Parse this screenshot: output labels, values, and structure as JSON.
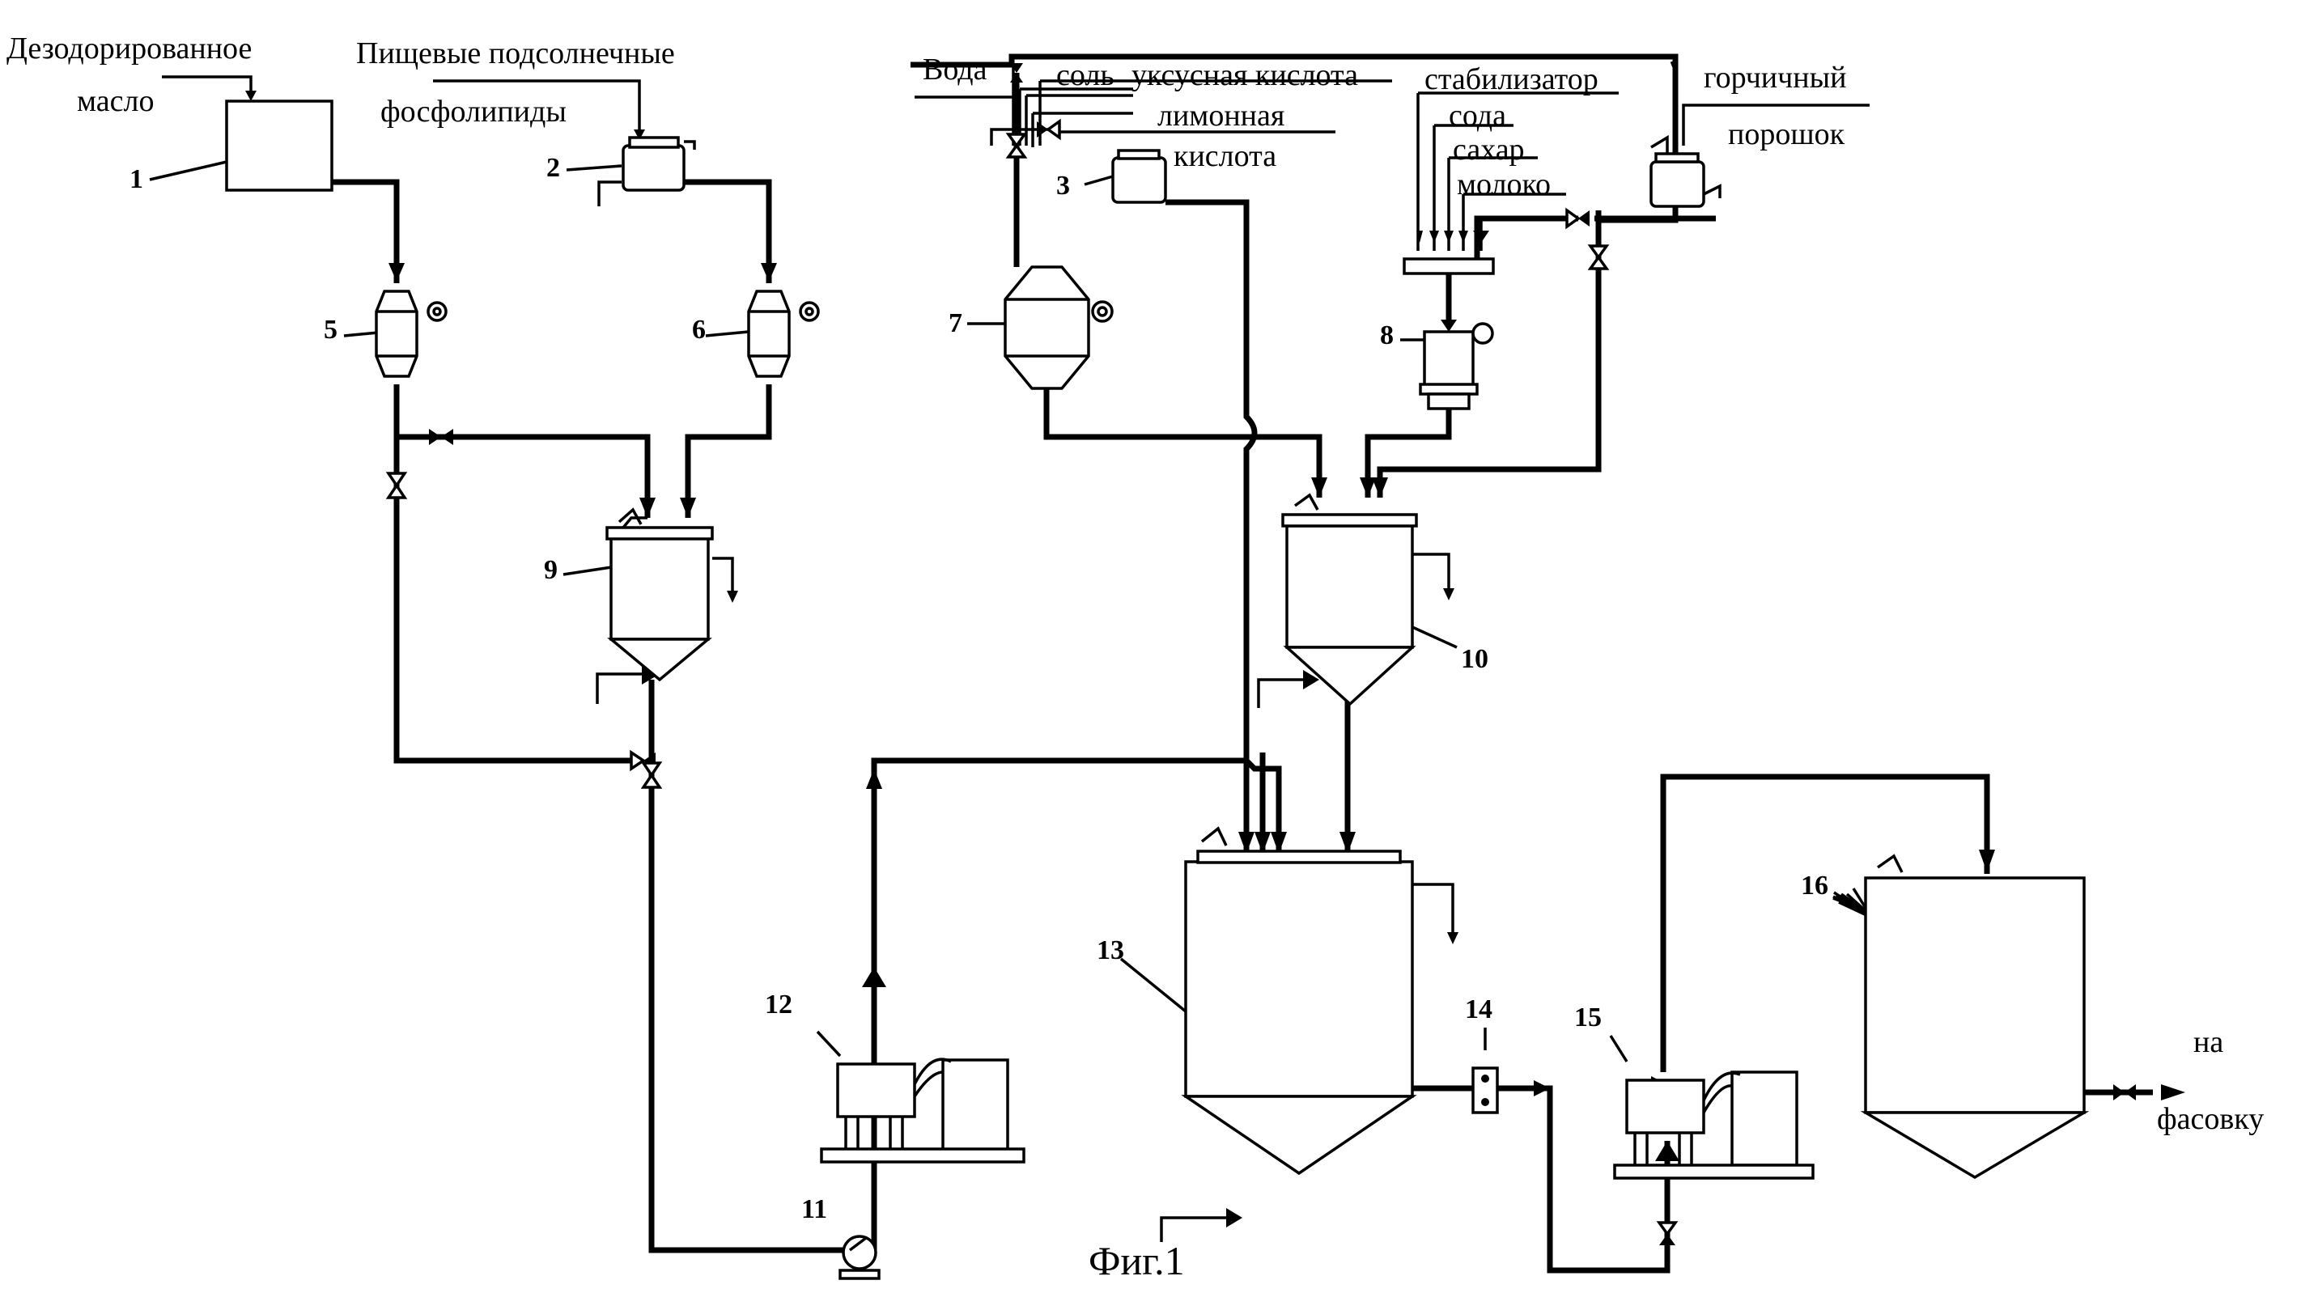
{
  "inputs": {
    "oil_line1": "Дезодорированное",
    "oil_line2": "масло",
    "phospho_line1": "Пищевые подсолнечные",
    "phospho_line2": "фосфолипиды",
    "water": "Вода",
    "salt": "соль",
    "acetic_acid": "уксусная кислота",
    "citric_line1": "лимонная",
    "citric_line2": "кислота",
    "stabilizer": "стабилизатор",
    "soda": "сода",
    "sugar": "сахар",
    "milk": "молоко",
    "mustard_line1": "горчичный",
    "mustard_line2": "порошок"
  },
  "output": {
    "line1": "на",
    "line2": "фасовку"
  },
  "equipment_numbers": [
    "1",
    "2",
    "3",
    "5",
    "6",
    "7",
    "8",
    "9",
    "10",
    "11",
    "12",
    "13",
    "14",
    "15",
    "16"
  ],
  "caption": "Фиг.1"
}
